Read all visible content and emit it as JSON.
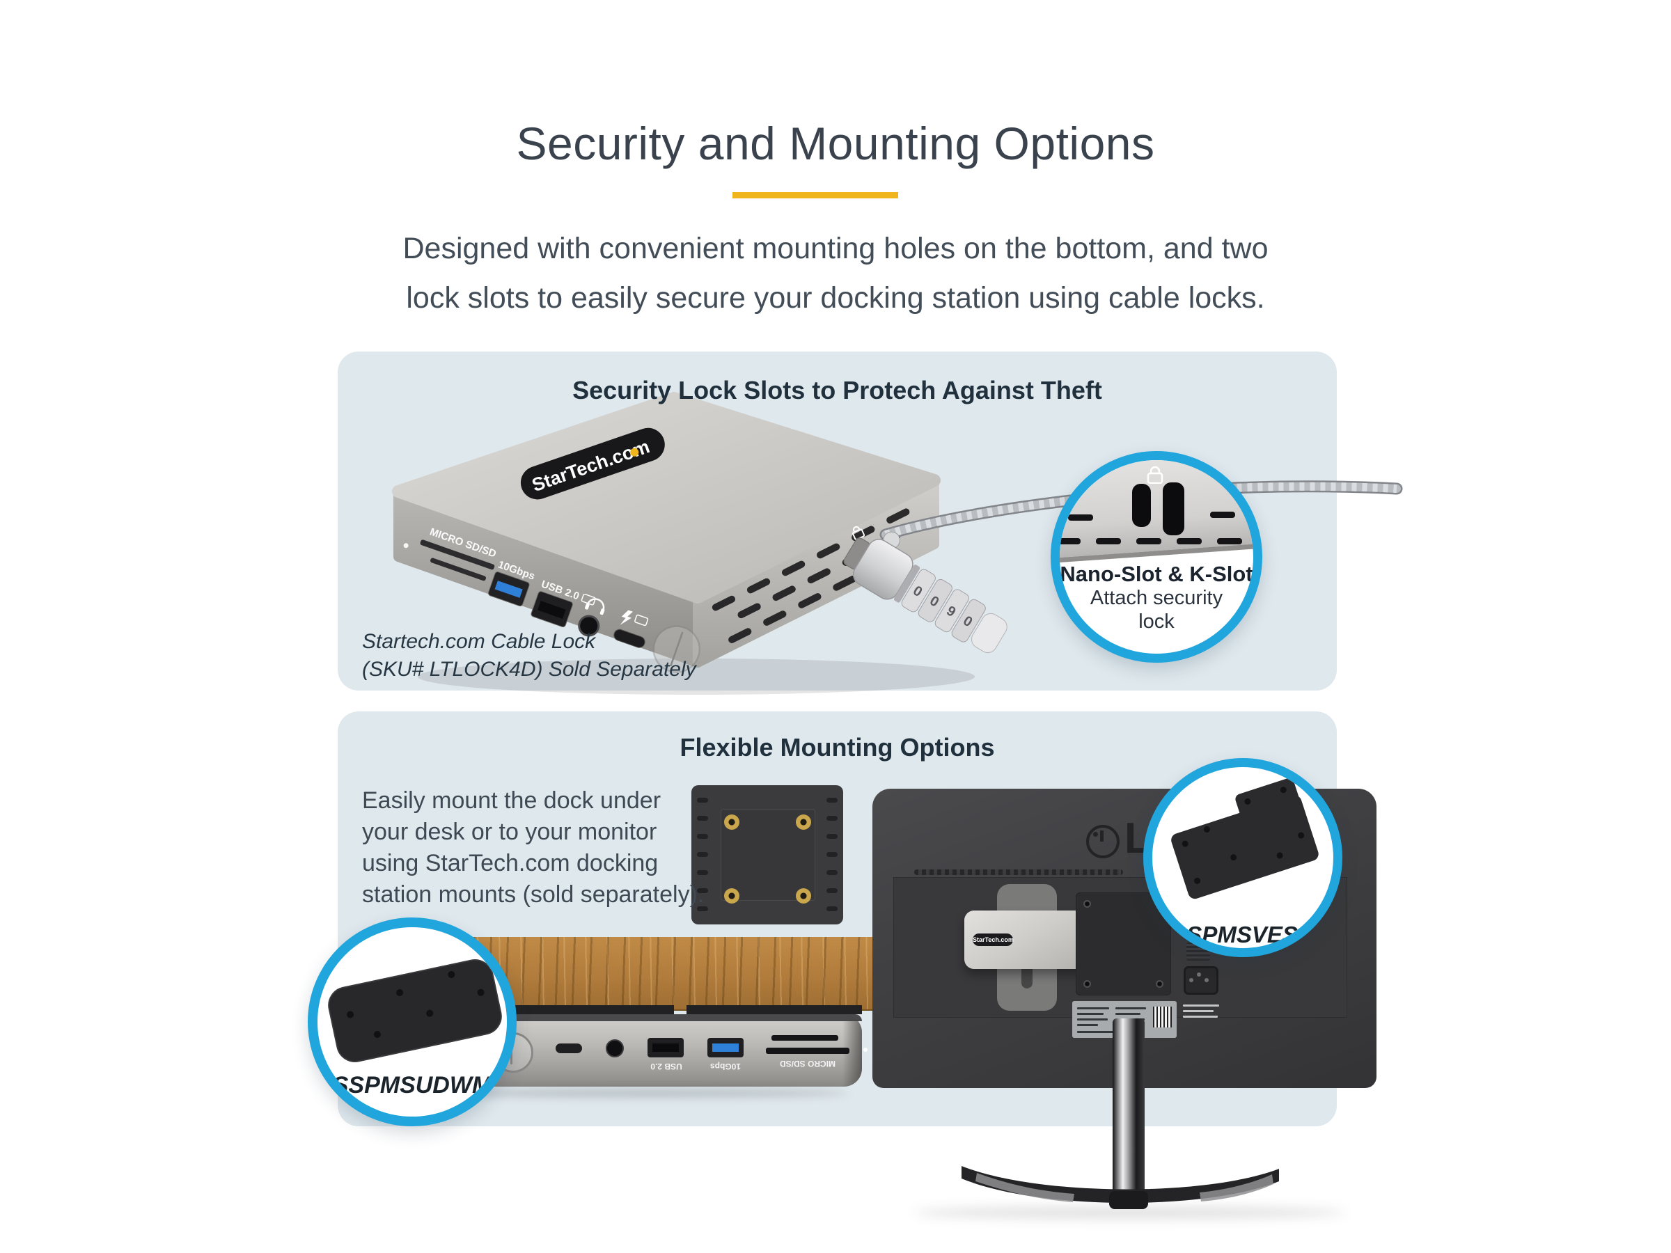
{
  "header": {
    "title": "Security and Mounting Options",
    "subtitle_line1": "Designed with convenient mounting holes on the bottom, and two",
    "subtitle_line2": "lock slots to easily secure your docking station using cable locks."
  },
  "brand": "StarTech.com",
  "colors": {
    "accent_yellow": "#f0b41c",
    "callout_blue": "#20a5dc",
    "panel_bg": "#dfe8ed"
  },
  "security_panel": {
    "heading": "Security Lock Slots to Protech Against Theft",
    "caption_line1": "Startech.com Cable Lock",
    "caption_line2": "(SKU# LTLOCK4D) Sold Separately",
    "callout_title": "Nano-Slot & K-Slot",
    "callout_line1": "Attach security",
    "callout_line2": "lock",
    "port_labels": {
      "sd": "MICRO SD/SD",
      "usb_fast": "10Gbps",
      "usb2": "USB 2.0"
    },
    "lock_digits": [
      "0",
      "0",
      "9",
      "0"
    ]
  },
  "mounting_panel": {
    "heading": "Flexible Mounting Options",
    "body_line1": "Easily mount the dock under",
    "body_line2": "your desk or to your monitor",
    "body_line3": "using StarTech.com docking",
    "body_line4": "station mounts (sold separately).",
    "vesa_plate_label": "SSPMSVESA",
    "underdesk_plate_label": "SSPMSUDWM",
    "monitor_brand": "LG"
  }
}
